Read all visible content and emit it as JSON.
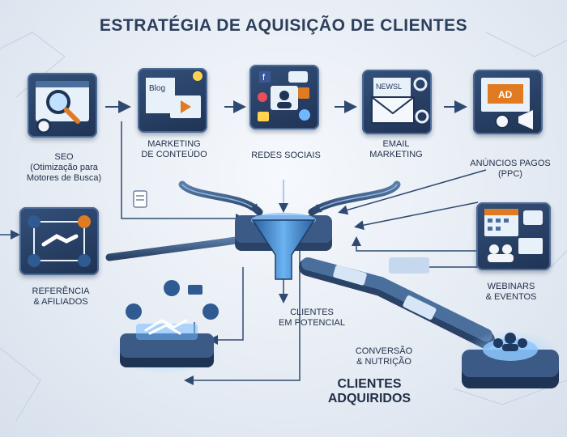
{
  "title": "ESTRATÉGIA DE AQUISIÇÃO DE CLIENTES",
  "nodes": {
    "seo": {
      "line1": "SEO",
      "line2": "(Otimização para",
      "line3": "Motores de Busca)"
    },
    "content": {
      "line1": "MARKETING",
      "line2": "DE CONTEÚDO"
    },
    "social": {
      "line1": "REDES SOCIAIS"
    },
    "email": {
      "line1": "EMAIL",
      "line2": "MARKETING"
    },
    "ppc": {
      "line1": "ANÚNCIOS PAGOS",
      "line2": "(PPC)"
    },
    "referral": {
      "line1": "REFERÊNCIA",
      "line2": "& AFILIADOS"
    },
    "webinars": {
      "line1": "WEBINARS",
      "line2": "& EVENTOS"
    },
    "leads": {
      "line1": "CLIENTES",
      "line2": "EM POTENCIAL"
    },
    "conversion": {
      "line1": "CONVERSÃO",
      "line2": "& NUTRIÇÃO"
    },
    "acquired": {
      "line1": "CLIENTES",
      "line2": "ADQUIRIDOS"
    }
  },
  "icon_text": {
    "blog": "Blog",
    "news": "NEWSL",
    "ad": "AD"
  },
  "colors": {
    "card_dark": "#1f3354",
    "accent_blue": "#3d8bd9",
    "arrow": "#2f4a72",
    "glow": "#6fb7ff"
  }
}
